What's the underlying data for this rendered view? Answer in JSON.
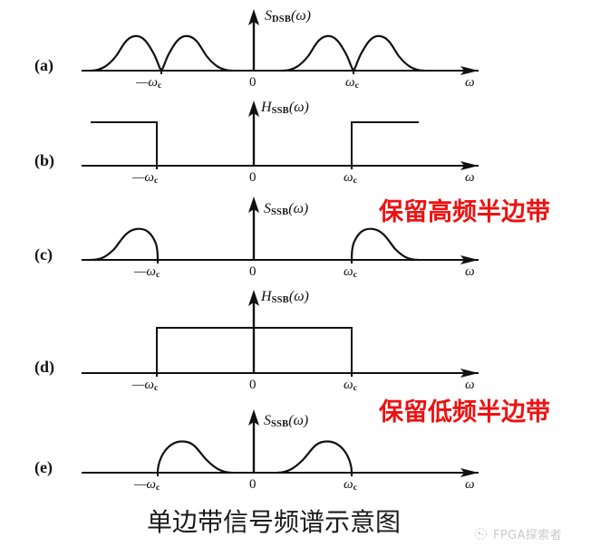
{
  "figure": {
    "caption": "单边带信号频谱示意图",
    "watermark": {
      "text": "FPGA探索者",
      "logo_icon": "circle-logo-icon"
    },
    "axis_color": "#111111",
    "annotation_color": "#ee1111"
  },
  "labels": {
    "neg_wc": "—ω",
    "neg_wc_sub": "c",
    "pos_wc": "ω",
    "pos_wc_sub": "c",
    "zero": "0",
    "omega": "ω",
    "s_dsb_main": "S",
    "s_dsb_sub": "DSB",
    "s_dsb_arg": "(ω)",
    "h_ssb_main": "H",
    "h_ssb_sub": "SSB",
    "h_ssb_arg": "(ω)",
    "s_ssb_main": "S",
    "s_ssb_sub": "SSB",
    "s_ssb_arg": "(ω)"
  },
  "panels": [
    {
      "letter": "(a)",
      "func_main": "S",
      "func_sub": "DSB",
      "func_arg": "(ω)",
      "description": "DSB spectrum: two symmetric double-lobe humps centered at -wc and +wc",
      "annotation": null
    },
    {
      "letter": "(b)",
      "func_main": "H",
      "func_sub": "SSB",
      "func_arg": "(ω)",
      "description": "High-pass SSB filter: passband outside [-wc, +wc]",
      "annotation": null
    },
    {
      "letter": "(c)",
      "func_main": "S",
      "func_sub": "SSB",
      "func_arg": "(ω)",
      "description": "SSB spectrum with upper sideband retained",
      "annotation": "保留高频半边带"
    },
    {
      "letter": "(d)",
      "func_main": "H",
      "func_sub": "SSB",
      "func_arg": "(ω)",
      "description": "Low-pass SSB filter: passband inside [-wc, +wc]",
      "annotation": null
    },
    {
      "letter": "(e)",
      "func_main": "S",
      "func_sub": "SSB",
      "func_arg": "(ω)",
      "description": "SSB spectrum with lower sideband retained",
      "annotation": "保留低频半边带"
    }
  ],
  "chart_data": {
    "type": "line",
    "title": "单边带信号频谱示意图",
    "xlabel": "ω",
    "ylabel": "",
    "xticks": [
      "—ω_c",
      "0",
      "ω_c"
    ],
    "xtick_positions": [
      -1,
      0,
      1
    ],
    "grid": false,
    "legend": "none",
    "subplots": [
      {
        "label": "(a)",
        "ylabel": "S_DSB(ω)",
        "kind": "dsb-spectrum",
        "lobes": [
          {
            "center": -1.32,
            "halfwidth": 0.3,
            "peak": 1.0
          },
          {
            "center": -0.7,
            "halfwidth": 0.3,
            "peak": 1.0
          },
          {
            "center": 0.7,
            "halfwidth": 0.3,
            "peak": 1.0
          },
          {
            "center": 1.32,
            "halfwidth": 0.3,
            "peak": 1.0
          }
        ],
        "note": "Each sideband pair meets at ±ω_c with a notch"
      },
      {
        "label": "(b)",
        "ylabel": "H_SSB(ω)",
        "kind": "highpass-filter",
        "passbands": [
          [
            -1.75,
            -1.0
          ],
          [
            1.0,
            1.75
          ]
        ],
        "amplitude": 1.0
      },
      {
        "label": "(c)",
        "ylabel": "S_SSB(ω)",
        "kind": "ssb-spectrum-upper",
        "lobes": [
          {
            "center": -1.32,
            "halfwidth": 0.34,
            "peak": 1.0,
            "cut": "right-at-wc"
          },
          {
            "center": 1.32,
            "halfwidth": 0.34,
            "peak": 1.0,
            "cut": "left-at-wc"
          }
        ],
        "annotation": "保留高频半边带"
      },
      {
        "label": "(d)",
        "ylabel": "H_SSB(ω)",
        "kind": "lowpass-filter",
        "passbands": [
          [
            -1.0,
            1.0
          ]
        ],
        "amplitude": 1.0
      },
      {
        "label": "(e)",
        "ylabel": "S_SSB(ω)",
        "kind": "ssb-spectrum-lower",
        "lobes": [
          {
            "center": -0.7,
            "halfwidth": 0.34,
            "peak": 1.0,
            "cut": "left-at-wc"
          },
          {
            "center": 0.7,
            "halfwidth": 0.34,
            "peak": 1.0,
            "cut": "right-at-wc"
          }
        ],
        "annotation": "保留低频半边带"
      }
    ]
  }
}
